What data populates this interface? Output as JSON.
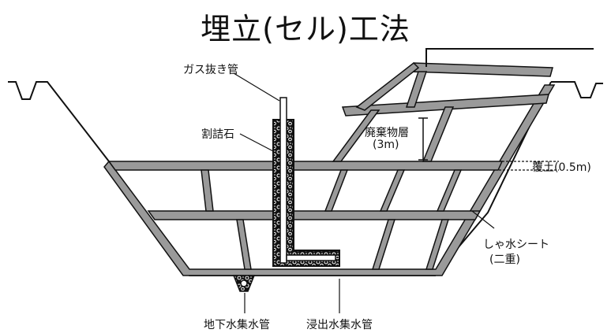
{
  "title": "埋立(セル)工法",
  "labels": {
    "gas_pipe": "ガス抜き管",
    "crushed_stone": "割詰石",
    "waste_layer_line1": "廃棄物層",
    "waste_layer_line2": "(3m)",
    "cover_soil": "覆土(0.5m)",
    "liner_line1": "しゃ水シート",
    "liner_line2": "(二重)",
    "groundwater_pipe": "地下水集水管",
    "leachate_pipe": "浸出水集水管"
  }
}
